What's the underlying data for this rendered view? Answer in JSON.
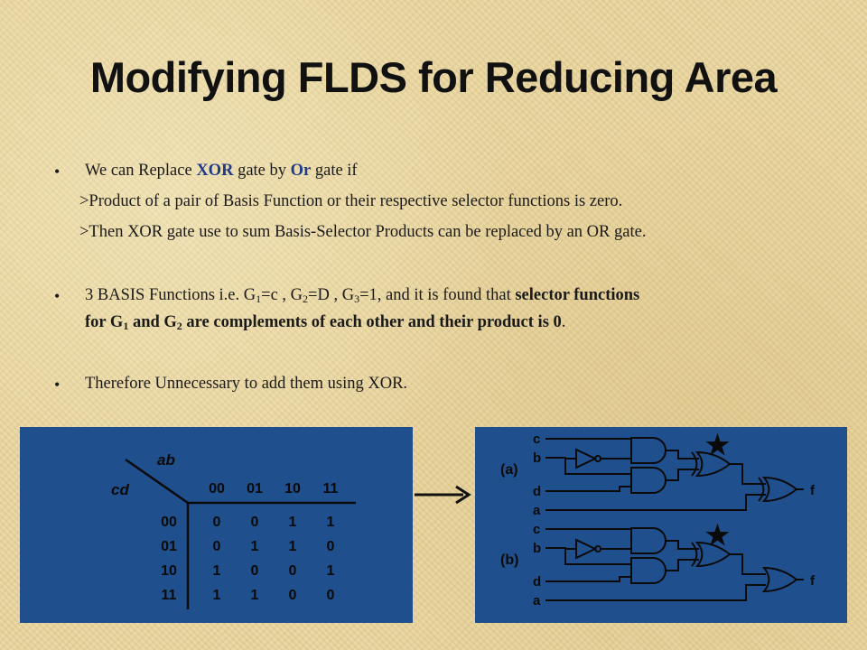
{
  "slide": {
    "title": "Modifying FLDS for Reducing Area",
    "bullets": {
      "b1": {
        "pre": "We can Replace ",
        "kw1": "XOR",
        "mid": " gate by ",
        "kw2": "Or",
        "post": " gate if",
        "sub1": ">Product of a pair of Basis Function or their respective selector functions is zero.",
        "sub2": ">Then XOR gate use to sum Basis-Selector Products can be replaced by an OR gate."
      },
      "b2": {
        "p1": "3 BASIS Functions i.e. G",
        "s1": "1",
        "p2": "=c , G",
        "s2": "2",
        "p3": "=D , G",
        "s3": "3",
        "p4": "=1, and it is found that ",
        "bold1": "selector functions",
        "bold2a": "for G",
        "bs1": "1",
        "bold2b": " and G",
        "bs2": "2",
        "bold2c": " are complements of each other and their product is 0",
        "end": "."
      },
      "b3": "Therefore Unnecessary to add them using XOR."
    }
  },
  "kmap": {
    "row_var": "cd",
    "col_var": "ab",
    "col_headers": [
      "00",
      "01",
      "10",
      "11"
    ],
    "row_headers": [
      "00",
      "01",
      "10",
      "11"
    ],
    "cells": [
      [
        "0",
        "0",
        "1",
        "1"
      ],
      [
        "0",
        "1",
        "1",
        "0"
      ],
      [
        "1",
        "0",
        "0",
        "1"
      ],
      [
        "1",
        "1",
        "0",
        "0"
      ]
    ]
  },
  "circuit": {
    "a": {
      "label": "(a)",
      "inputs": [
        "c",
        "b",
        "d",
        "a"
      ],
      "output": "f",
      "star": "★"
    },
    "b": {
      "label": "(b)",
      "inputs": [
        "c",
        "b",
        "d",
        "a"
      ],
      "output": "f",
      "star": "★"
    }
  },
  "colors": {
    "panel": "#1f4f8c",
    "keyword": "#1f3a8a",
    "line": "#0a0a0a"
  }
}
